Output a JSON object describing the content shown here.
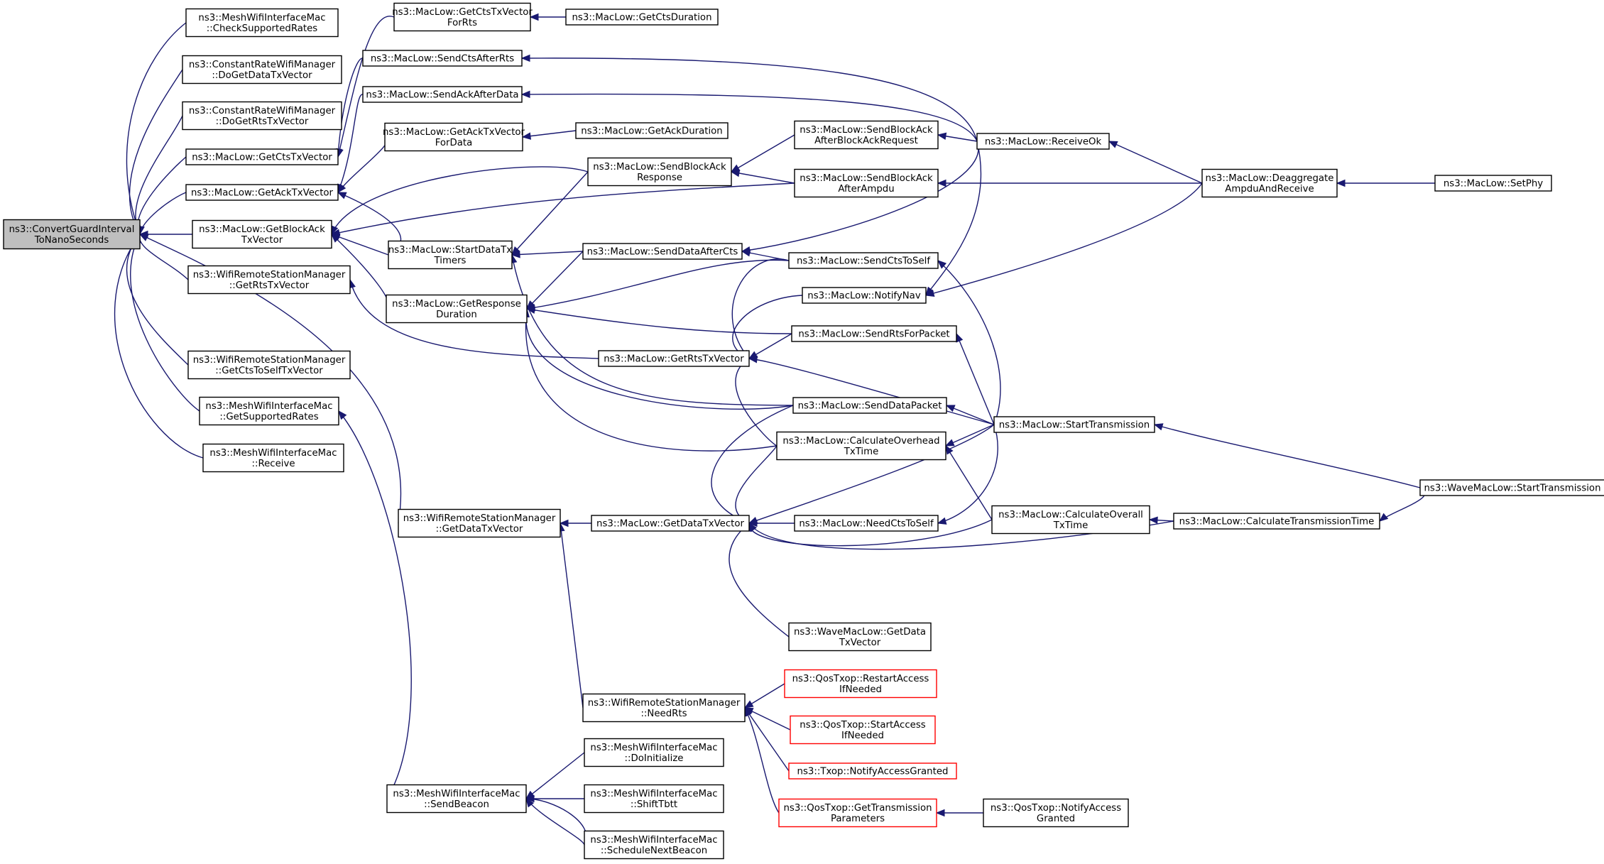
{
  "colors": {
    "edge": "#191970",
    "root_fill": "#bfbfbf",
    "node_border": "#000000",
    "truncated_border": "#ff0000",
    "background": "#ffffff"
  },
  "nodes": [
    {
      "id": "root",
      "lines": [
        "ns3::ConvertGuardInterval",
        "ToNanoSeconds"
      ],
      "root": true
    },
    {
      "id": "mesh_check",
      "lines": [
        "ns3::MeshWifiInterfaceMac",
        "::CheckSupportedRates"
      ]
    },
    {
      "id": "const_data",
      "lines": [
        "ns3::ConstantRateWifiManager",
        "::DoGetDataTxVector"
      ]
    },
    {
      "id": "const_rts",
      "lines": [
        "ns3::ConstantRateWifiManager",
        "::DoGetRtsTxVector"
      ]
    },
    {
      "id": "getcts",
      "lines": [
        "ns3::MacLow::GetCtsTxVector"
      ]
    },
    {
      "id": "getack",
      "lines": [
        "ns3::MacLow::GetAckTxVector"
      ]
    },
    {
      "id": "getblockack",
      "lines": [
        "ns3::MacLow::GetBlockAck",
        "TxVector"
      ]
    },
    {
      "id": "wrsm_rts",
      "lines": [
        "ns3::WifiRemoteStationManager",
        "::GetRtsTxVector"
      ]
    },
    {
      "id": "wrsm_ctsself",
      "lines": [
        "ns3::WifiRemoteStationManager",
        "::GetCtsToSelfTxVector"
      ]
    },
    {
      "id": "mesh_getsup",
      "lines": [
        "ns3::MeshWifiInterfaceMac",
        "::GetSupportedRates"
      ]
    },
    {
      "id": "mesh_recv",
      "lines": [
        "ns3::MeshWifiInterfaceMac",
        "::Receive"
      ]
    },
    {
      "id": "getctsforrts",
      "lines": [
        "ns3::MacLow::GetCtsTxVector",
        "ForRts"
      ]
    },
    {
      "id": "sendctsafterrts",
      "lines": [
        "ns3::MacLow::SendCtsAfterRts"
      ]
    },
    {
      "id": "sendackafterdata",
      "lines": [
        "ns3::MacLow::SendAckAfterData"
      ]
    },
    {
      "id": "getackfordata",
      "lines": [
        "ns3::MacLow::GetAckTxVector",
        "ForData"
      ]
    },
    {
      "id": "startdatatx",
      "lines": [
        "ns3::MacLow::StartDataTx",
        "Timers"
      ]
    },
    {
      "id": "getresponse",
      "lines": [
        "ns3::MacLow::GetResponse",
        "Duration"
      ]
    },
    {
      "id": "wrsm_data",
      "lines": [
        "ns3::WifiRemoteStationManager",
        "::GetDataTxVector"
      ]
    },
    {
      "id": "sendbeacon",
      "lines": [
        "ns3::MeshWifiInterfaceMac",
        "::SendBeacon"
      ]
    },
    {
      "id": "getctsduration",
      "lines": [
        "ns3::MacLow::GetCtsDuration"
      ]
    },
    {
      "id": "getackduration",
      "lines": [
        "ns3::MacLow::GetAckDuration"
      ]
    },
    {
      "id": "sendblockackresp",
      "lines": [
        "ns3::MacLow::SendBlockAck",
        "Response"
      ]
    },
    {
      "id": "senddataaftercts",
      "lines": [
        "ns3::MacLow::SendDataAfterCts"
      ]
    },
    {
      "id": "getrts",
      "lines": [
        "ns3::MacLow::GetRtsTxVector"
      ]
    },
    {
      "id": "getdatatx",
      "lines": [
        "ns3::MacLow::GetDataTxVector"
      ]
    },
    {
      "id": "needrts",
      "lines": [
        "ns3::WifiRemoteStationManager",
        "::NeedRts"
      ]
    },
    {
      "id": "mesh_doinit",
      "lines": [
        "ns3::MeshWifiInterfaceMac",
        "::DoInitialize"
      ]
    },
    {
      "id": "mesh_shift",
      "lines": [
        "ns3::MeshWifiInterfaceMac",
        "::ShiftTbtt"
      ]
    },
    {
      "id": "mesh_sched",
      "lines": [
        "ns3::MeshWifiInterfaceMac",
        "::ScheduleNextBeacon"
      ]
    },
    {
      "id": "sendblockackbar",
      "lines": [
        "ns3::MacLow::SendBlockAck",
        "AfterBlockAckRequest"
      ]
    },
    {
      "id": "sendblockackampdu",
      "lines": [
        "ns3::MacLow::SendBlockAck",
        "AfterAmpdu"
      ]
    },
    {
      "id": "sendctstoself",
      "lines": [
        "ns3::MacLow::SendCtsToSelf"
      ]
    },
    {
      "id": "notifynav",
      "lines": [
        "ns3::MacLow::NotifyNav"
      ]
    },
    {
      "id": "sendrtsforpacket",
      "lines": [
        "ns3::MacLow::SendRtsForPacket"
      ]
    },
    {
      "id": "senddatapacket",
      "lines": [
        "ns3::MacLow::SendDataPacket"
      ]
    },
    {
      "id": "calcoverhead",
      "lines": [
        "ns3::MacLow::CalculateOverhead",
        "TxTime"
      ]
    },
    {
      "id": "needctstoself",
      "lines": [
        "ns3::MacLow::NeedCtsToSelf"
      ]
    },
    {
      "id": "wave_getdata",
      "lines": [
        "ns3::WaveMacLow::GetData",
        "TxVector"
      ]
    },
    {
      "id": "qos_restart",
      "lines": [
        "ns3::QosTxop::RestartAccess",
        "IfNeeded"
      ],
      "truncated": true
    },
    {
      "id": "qos_start",
      "lines": [
        "ns3::QosTxop::StartAccess",
        "IfNeeded"
      ],
      "truncated": true
    },
    {
      "id": "txop_notify",
      "lines": [
        "ns3::Txop::NotifyAccessGranted"
      ],
      "truncated": true
    },
    {
      "id": "qos_gettrans",
      "lines": [
        "ns3::QosTxop::GetTransmission",
        "Parameters"
      ],
      "truncated": true
    },
    {
      "id": "receiveok",
      "lines": [
        "ns3::MacLow::ReceiveOk"
      ]
    },
    {
      "id": "starttrans",
      "lines": [
        "ns3::MacLow::StartTransmission"
      ]
    },
    {
      "id": "calcoverall",
      "lines": [
        "ns3::MacLow::CalculateOverall",
        "TxTime"
      ]
    },
    {
      "id": "qos_notify",
      "lines": [
        "ns3::QosTxop::NotifyAccess",
        "Granted"
      ]
    },
    {
      "id": "deagg",
      "lines": [
        "ns3::MacLow::Deaggregate",
        "AmpduAndReceive"
      ]
    },
    {
      "id": "calctranstime",
      "lines": [
        "ns3::MacLow::CalculateTransmissionTime"
      ]
    },
    {
      "id": "setphy",
      "lines": [
        "ns3::MacLow::SetPhy"
      ]
    },
    {
      "id": "wave_starttrans",
      "lines": [
        "ns3::WaveMacLow::StartTransmission"
      ]
    }
  ],
  "edges": [
    [
      "mesh_check",
      "root"
    ],
    [
      "const_data",
      "root"
    ],
    [
      "const_rts",
      "root"
    ],
    [
      "getcts",
      "root"
    ],
    [
      "getack",
      "root"
    ],
    [
      "getblockack",
      "root"
    ],
    [
      "wrsm_rts",
      "root"
    ],
    [
      "wrsm_ctsself",
      "root"
    ],
    [
      "mesh_getsup",
      "root"
    ],
    [
      "mesh_recv",
      "root"
    ],
    [
      "wrsm_data",
      "root"
    ],
    [
      "getctsforrts",
      "getcts"
    ],
    [
      "sendctsafterrts",
      "getcts"
    ],
    [
      "sendackafterdata",
      "getack"
    ],
    [
      "getackfordata",
      "getack"
    ],
    [
      "startdatatx",
      "getack"
    ],
    [
      "sendblockackresp",
      "getblockack"
    ],
    [
      "sendblockackampdu",
      "getblockack"
    ],
    [
      "startdatatx",
      "getblockack"
    ],
    [
      "getresponse",
      "getblockack"
    ],
    [
      "getrts",
      "wrsm_rts"
    ],
    [
      "sendbeacon",
      "mesh_getsup"
    ],
    [
      "getdatatx",
      "wrsm_data"
    ],
    [
      "needrts",
      "wrsm_data"
    ],
    [
      "getctsduration",
      "getctsforrts"
    ],
    [
      "receiveok",
      "sendctsafterrts"
    ],
    [
      "receiveok",
      "sendackafterdata"
    ],
    [
      "getackduration",
      "getackfordata"
    ],
    [
      "sendblockackresp",
      "startdatatx"
    ],
    [
      "senddataaftercts",
      "startdatatx"
    ],
    [
      "senddatapacket",
      "startdatatx"
    ],
    [
      "senddataaftercts",
      "getresponse"
    ],
    [
      "sendctstoself",
      "getresponse"
    ],
    [
      "sendrtsforpacket",
      "getresponse"
    ],
    [
      "senddatapacket",
      "getresponse"
    ],
    [
      "calcoverhead",
      "getresponse"
    ],
    [
      "sendblockackbar",
      "sendblockackresp"
    ],
    [
      "sendblockackampdu",
      "sendblockackresp"
    ],
    [
      "receiveok",
      "senddataaftercts"
    ],
    [
      "sendctstoself",
      "senddataaftercts"
    ],
    [
      "sendctstoself",
      "getrts"
    ],
    [
      "notifynav",
      "getrts"
    ],
    [
      "sendrtsforpacket",
      "getrts"
    ],
    [
      "calcoverhead",
      "getrts"
    ],
    [
      "starttrans",
      "getrts"
    ],
    [
      "senddatapacket",
      "getdatatx"
    ],
    [
      "calcoverhead",
      "getdatatx"
    ],
    [
      "needctstoself",
      "getdatatx"
    ],
    [
      "wave_getdata",
      "getdatatx"
    ],
    [
      "starttrans",
      "getdatatx"
    ],
    [
      "calcoverall",
      "getdatatx"
    ],
    [
      "calctranstime",
      "getdatatx"
    ],
    [
      "qos_restart",
      "needrts"
    ],
    [
      "qos_start",
      "needrts"
    ],
    [
      "txop_notify",
      "needrts"
    ],
    [
      "qos_gettrans",
      "needrts"
    ],
    [
      "mesh_doinit",
      "sendbeacon"
    ],
    [
      "mesh_shift",
      "sendbeacon"
    ],
    [
      "mesh_sched",
      "sendbeacon"
    ],
    [
      "sendbeacon",
      "mesh_sched"
    ],
    [
      "receiveok",
      "sendblockackbar"
    ],
    [
      "deagg",
      "sendblockackampdu"
    ],
    [
      "starttrans",
      "sendctstoself"
    ],
    [
      "receiveok",
      "notifynav"
    ],
    [
      "deagg",
      "notifynav"
    ],
    [
      "starttrans",
      "sendrtsforpacket"
    ],
    [
      "starttrans",
      "senddatapacket"
    ],
    [
      "starttrans",
      "calcoverhead"
    ],
    [
      "calcoverall",
      "calcoverhead"
    ],
    [
      "starttrans",
      "needctstoself"
    ],
    [
      "qos_notify",
      "qos_gettrans"
    ],
    [
      "deagg",
      "receiveok"
    ],
    [
      "wave_starttrans",
      "starttrans"
    ],
    [
      "calctranstime",
      "calcoverall"
    ],
    [
      "setphy",
      "deagg"
    ],
    [
      "wave_starttrans",
      "calctranstime"
    ]
  ]
}
